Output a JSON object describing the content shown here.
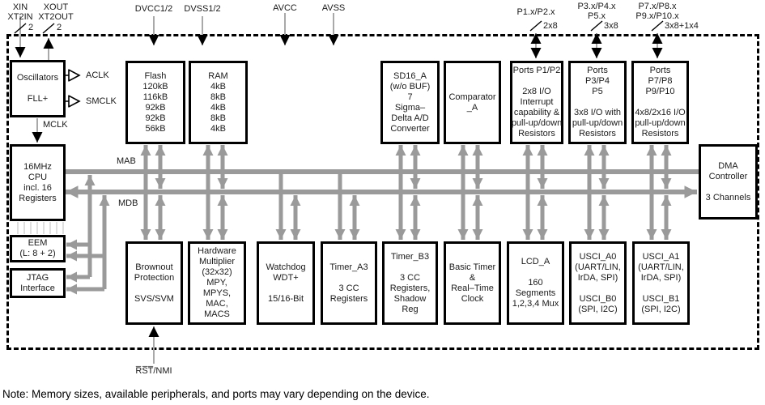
{
  "diagram": {
    "pins": {
      "xin": "XIN\nXT2IN",
      "xout": "XOUT\nXT2OUT",
      "xin_width": "2",
      "xout_width": "2",
      "dvcc": "DVCC1/2",
      "dvss": "DVSS1/2",
      "avcc": "AVCC",
      "avss": "AVSS",
      "p12": "P1.x/P2.x",
      "p12_width": "2x8",
      "p345": "P3.x/P4.x\nP5.x",
      "p345_width": "3x8",
      "p78910": "P7.x/P8.x\nP9.x/P10.x",
      "p78910_width": "3x8+1x4",
      "rst": "R̅S̅T̅/NMI"
    },
    "clocks": {
      "aclk": "ACLK",
      "smclk": "SMCLK",
      "mclk": "MCLK"
    },
    "buses": {
      "mab": "MAB",
      "mdb": "MDB"
    },
    "blocks": {
      "oscillators": "Oscillators\n\nFLL+",
      "cpu": "16MHz\nCPU\nincl. 16\nRegisters",
      "eem": "EEM\n(L: 8 + 2)",
      "jtag": "JTAG\nInterface",
      "flash": "Flash\n120kB\n116kB\n92kB\n92kB\n56kB",
      "ram": "RAM\n4kB\n8kB\n4kB\n8kB\n4kB",
      "sd16": "SD16_A\n(w/o BUF)\n7\nSigma–\nDelta A/D\nConverter",
      "comparator": "Comparator\n_A",
      "ports12": "Ports P1/P2\n\n2x8 I/O\nInterrupt\ncapability &\npull-up/down\nResistors",
      "ports345": "Ports\nP3/P4\nP5\n\n3x8 I/O with\npull-up/down\nResistors",
      "ports78910": "Ports\nP7/P8\nP9/P10\n\n4x8/2x16 I/O\npull-up/down\nResistors",
      "dma": "DMA\nController\n\n3 Channels",
      "brownout": "Brownout\nProtection\n\nSVS/SVM",
      "multiplier": "Hardware\nMultiplier\n(32x32)\nMPY,\nMPYS,\nMAC,\nMACS",
      "watchdog": "Watchdog\nWDT+\n\n15/16-Bit",
      "timer_a3": "Timer_A3\n\n3 CC\nRegisters",
      "timer_b3": "Timer_B3\n\n3 CC\nRegisters,\nShadow\nReg",
      "basic_timer": "Basic Timer\n&\nReal–Time\nClock",
      "lcd_a": "LCD_A\n\n160\nSegments\n1,2,3,4 Mux",
      "usci_a0": "USCI_A0\n(UART/LIN,\nIrDA, SPI)\n\nUSCI_B0\n(SPI, I2C)",
      "usci_a1": "USCI_A1\n(UART/LIN,\nIrDA, SPI)\n\nUSCI_B1\n(SPI, I2C)"
    },
    "note": "Note: Memory sizes, available peripherals, and ports may vary depending on the device.",
    "colors": {
      "bus_gray": "#9a9a9a",
      "block_border": "#000000",
      "background": "#ffffff"
    }
  }
}
